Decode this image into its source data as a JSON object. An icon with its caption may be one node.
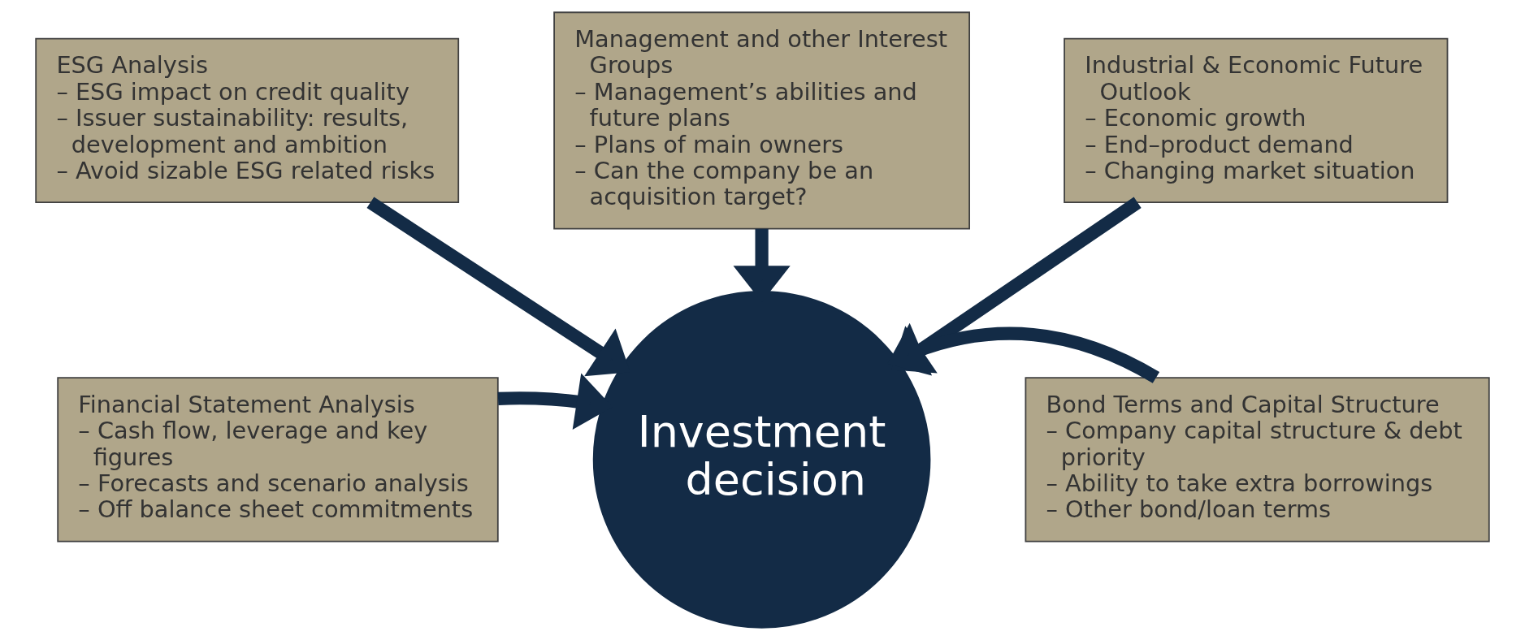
{
  "diagram": {
    "nodes": [
      {
        "text": [
          "Management and other Interest Groups",
          "– Management’s abilities and future plans",
          "– Plans of main owners",
          "– Can the company be an acquisition target?"
        ]
      },
      {
        "text": [
          "ESG Analysis",
          "– ESG impact on credit quality",
          "– Issuer sustainability: results, development and ambition",
          "– Avoid sizable ESG related risks"
        ]
      },
      {
        "text": [
          "Industrial & Economic Future Outlook",
          "– Economic growth",
          "– End–product demand",
          "– Changing market situation"
        ]
      },
      {
        "text": [
          "Financial Statement Analysis",
          "– Cash flow, leverage and key figures",
          "– Forecasts and scenario analysis",
          "– Off balance sheet commitments"
        ]
      },
      {
        "text": [
          "Investment decision"
        ]
      },
      {
        "text": [
          "Bond Terms and Capital Structure",
          "– Company capital structure & debt priority",
          "– Ability to take extra borrowings",
          "– Other bond/loan terms"
        ]
      }
    ],
    "edges": [
      {
        "from": 0,
        "to": 4,
        "arrow": "to"
      },
      {
        "from": 1,
        "to": 4,
        "arrow": "to"
      },
      {
        "from": 2,
        "to": 4,
        "arrow": "to"
      },
      {
        "from": 3,
        "to": 4,
        "arrow": "to"
      },
      {
        "from": 5,
        "to": 4,
        "arrow": "to"
      }
    ]
  }
}
